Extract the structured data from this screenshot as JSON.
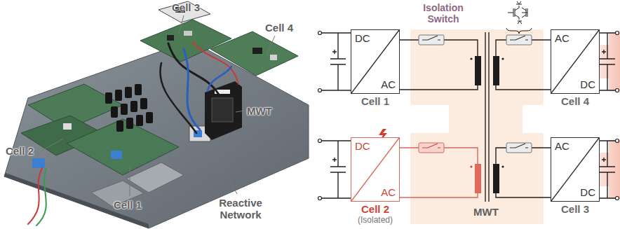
{
  "diagram": {
    "nodes": [
      {
        "text": [
          "DC",
          "AC",
          "Cell 1"
        ]
      },
      {
        "text": [
          "AC",
          "DC",
          "Cell 4"
        ]
      },
      {
        "text": [
          "DC",
          "AC",
          "Cell 2",
          "(Isolated)"
        ]
      },
      {
        "text": [
          "AC",
          "DC",
          "Cell 3"
        ]
      }
    ],
    "labels": [
      "Cell 3",
      "Cell 4",
      "Cell 2",
      "Cell 1",
      "MWT",
      "Reactive Network",
      "Isolation Switch",
      "MWT"
    ]
  }
}
